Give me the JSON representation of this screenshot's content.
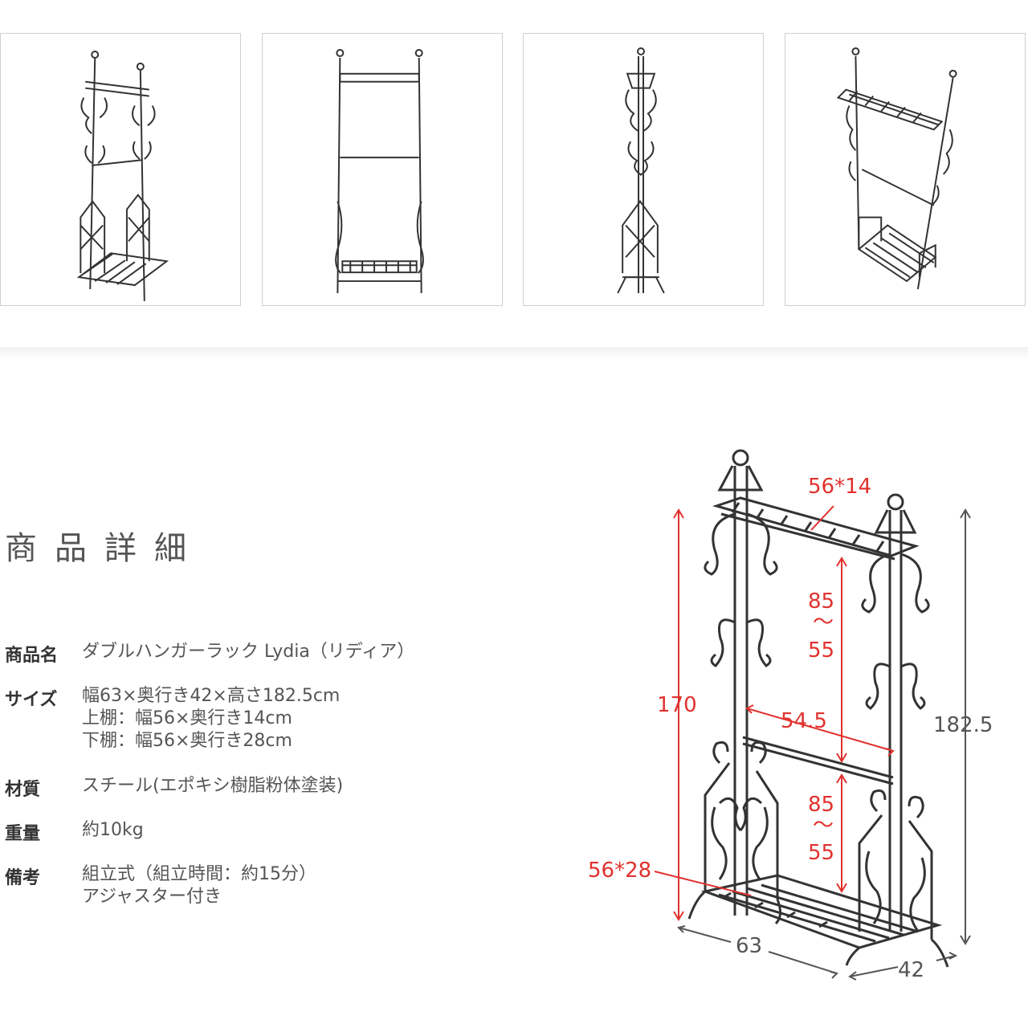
{
  "section": {
    "title": "商品詳細"
  },
  "thumbnails": [
    {
      "icon": "rack-diagonal-view-icon"
    },
    {
      "icon": "rack-front-view-icon"
    },
    {
      "icon": "rack-side-view-icon"
    },
    {
      "icon": "rack-perspective-view-icon"
    }
  ],
  "specs": [
    {
      "label": "商品名",
      "lines": [
        "ダブルハンガーラック Lydia（リディア）"
      ]
    },
    {
      "label": "サイズ",
      "lines": [
        "幅63×奥行き42×高さ182.5cm",
        "上棚：幅56×奥行き14cm",
        "下棚：幅56×奥行き28cm"
      ]
    },
    {
      "label": "材質",
      "lines": [
        "スチール(エポキシ樹脂粉体塗装)"
      ]
    },
    {
      "label": "重量",
      "lines": [
        "約10kg"
      ]
    },
    {
      "label": "備考",
      "lines": [
        "組立式（組立時間：約15分）",
        "アジャスター付き"
      ]
    }
  ],
  "diagram": {
    "upper_shelf": "56*14",
    "lower_shelf": "56*28",
    "rod_upper_a": "85",
    "rod_upper_tilde": "～",
    "rod_upper_b": "55",
    "rod_lower_a": "85",
    "rod_lower_tilde": "～",
    "rod_lower_b": "55",
    "rod_width": "54.5",
    "pole_height": "170",
    "total_height": "182.5",
    "width": "63",
    "depth": "42",
    "colors": {
      "dimension_red": "#e0322e",
      "dimension_dark": "#555555",
      "rack": "#333333"
    }
  }
}
